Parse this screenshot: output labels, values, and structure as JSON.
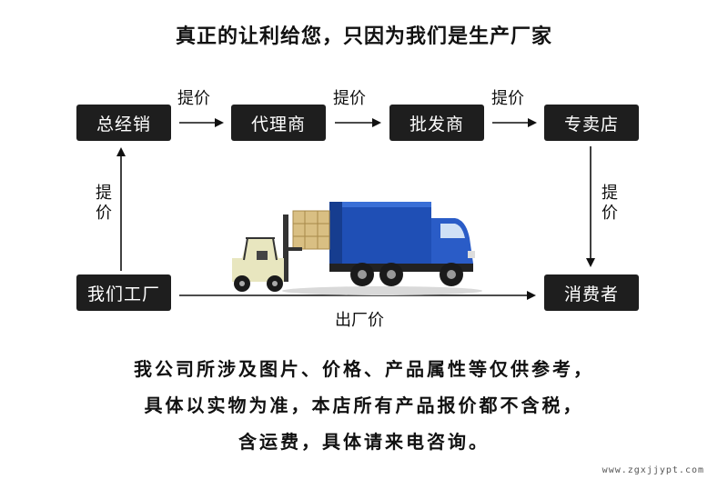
{
  "title": "真正的让利给您，只因为我们是生产厂家",
  "flow": {
    "distributor": "总经销",
    "agent": "代理商",
    "wholesaler": "批发商",
    "store": "专卖店",
    "factory": "我们工厂",
    "consumer": "消费者"
  },
  "edges": {
    "raise_price": "提价",
    "factory_price": "出厂价"
  },
  "note_lines": [
    "我公司所涉及图片、价格、产品属性等仅供参考，",
    "具体以实物为准，本店所有产品报价都不含税，",
    "含运费，具体请来电咨询。"
  ],
  "watermark": "www.zgxjjypt.com",
  "colors": {
    "box_bg": "#1e1e1e",
    "truck_blue": "#1f4fb5"
  }
}
